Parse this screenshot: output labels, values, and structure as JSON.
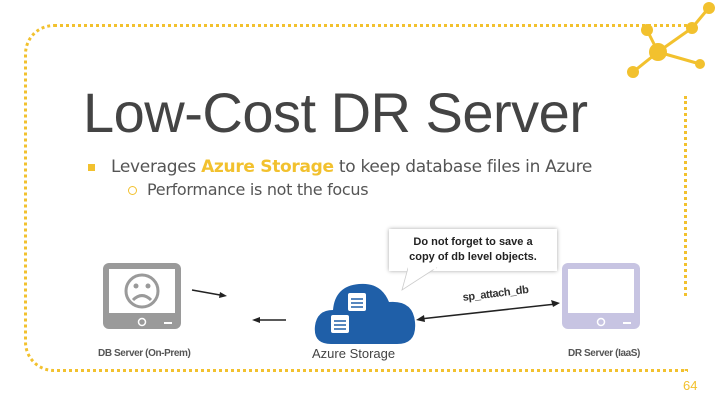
{
  "slide": {
    "title": "Low-Cost DR Server",
    "bullet_1": {
      "prefix": "Leverages ",
      "highlight": "Azure Storage",
      "suffix": " to keep database files in Azure"
    },
    "bullet_2": "Performance is not the focus",
    "callout_line_1": "Do not forget to save a",
    "callout_line_2": "copy of db level objects.",
    "left_server_label": "DB Server (On-Prem)",
    "right_server_label": "DR Server (IaaS)",
    "storage_label": "Azure Storage",
    "command_label": "sp_attach_db",
    "page_number": "64"
  },
  "colors": {
    "accent": "#f2c12e",
    "azure_blue": "#1f5fa8",
    "monitor_gray": "#9a9a9a",
    "monitor_lavender": "#c7c4e2"
  },
  "icons": {
    "network": "hub-network-icon",
    "sad_face": "sad-face-icon",
    "database": "database-icon"
  }
}
